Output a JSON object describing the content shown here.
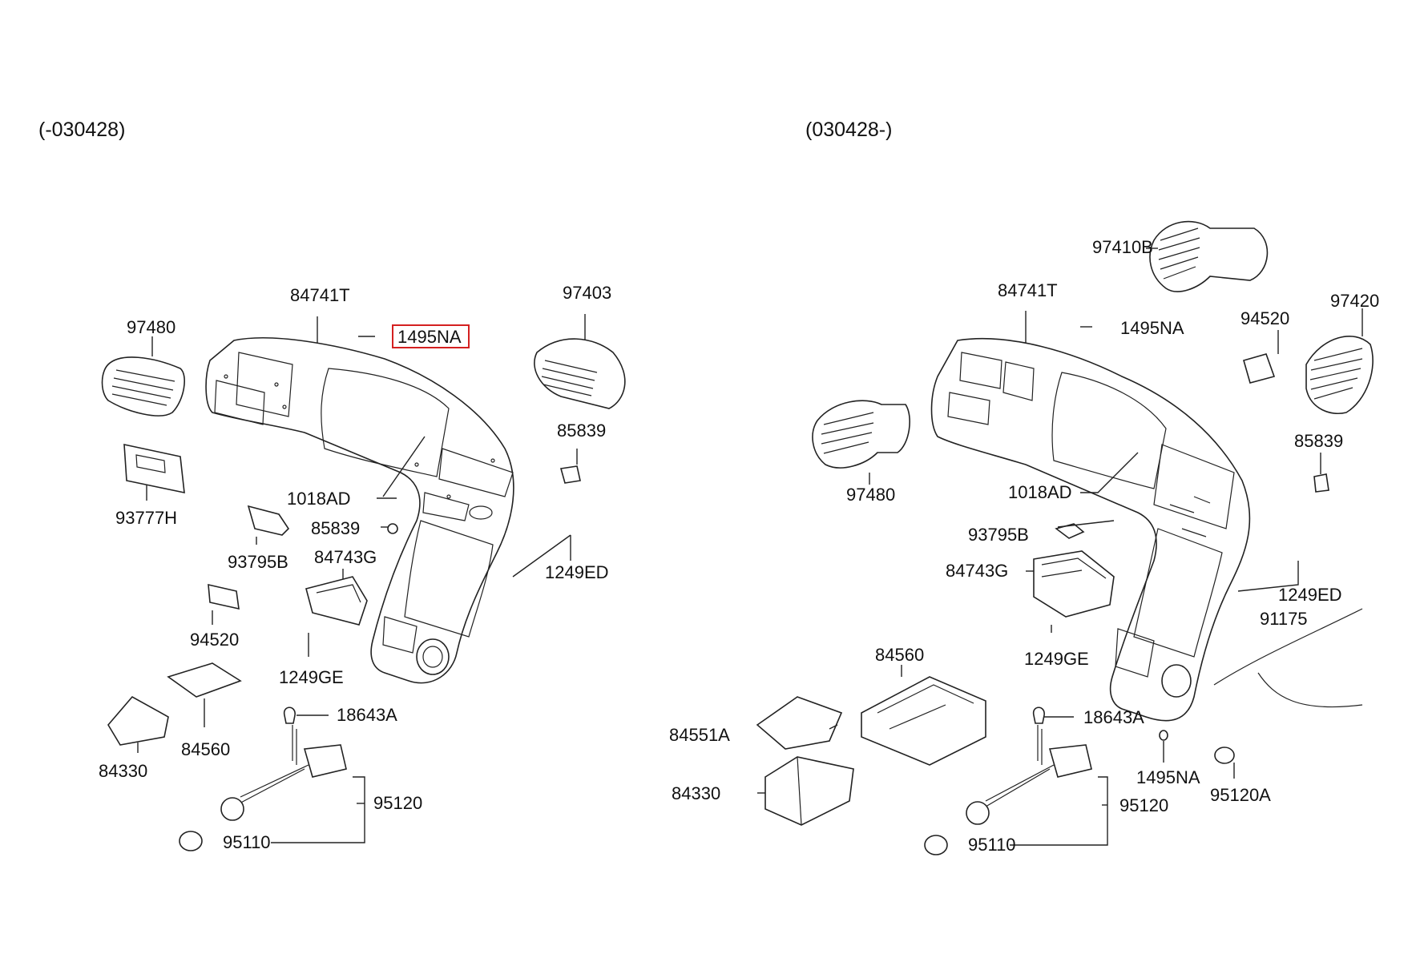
{
  "left_panel": {
    "header": "(-030428)",
    "labels": {
      "p84741T": "84741T",
      "p1495NA": "1495NA",
      "p97403": "97403",
      "p97480": "97480",
      "p93777H": "93777H",
      "p85839a": "85839",
      "p1018AD": "1018AD",
      "p85839b": "85839",
      "p93795B": "93795B",
      "p84743G": "84743G",
      "p1249ED": "1249ED",
      "p94520": "94520",
      "p1249GE": "1249GE",
      "p18643A": "18643A",
      "p84330": "84330",
      "p84560": "84560",
      "p95120": "95120",
      "p95110": "95110"
    }
  },
  "right_panel": {
    "header": "(030428-)",
    "labels": {
      "p97410B": "97410B",
      "p84741T": "84741T",
      "p1495NA": "1495NA",
      "p94520": "94520",
      "p97420": "97420",
      "p97480": "97480",
      "p85839": "85839",
      "p1018AD": "1018AD",
      "p93795B": "93795B",
      "p84743G": "84743G",
      "p1249ED": "1249ED",
      "p91175": "91175",
      "p1249GE": "1249GE",
      "p84560": "84560",
      "p84551A": "84551A",
      "p18643A": "18643A",
      "p84330": "84330",
      "p1495NA_b": "1495NA",
      "p95120": "95120",
      "p95120A": "95120A",
      "p95110": "95110"
    }
  },
  "highlight_color": "#d42020"
}
